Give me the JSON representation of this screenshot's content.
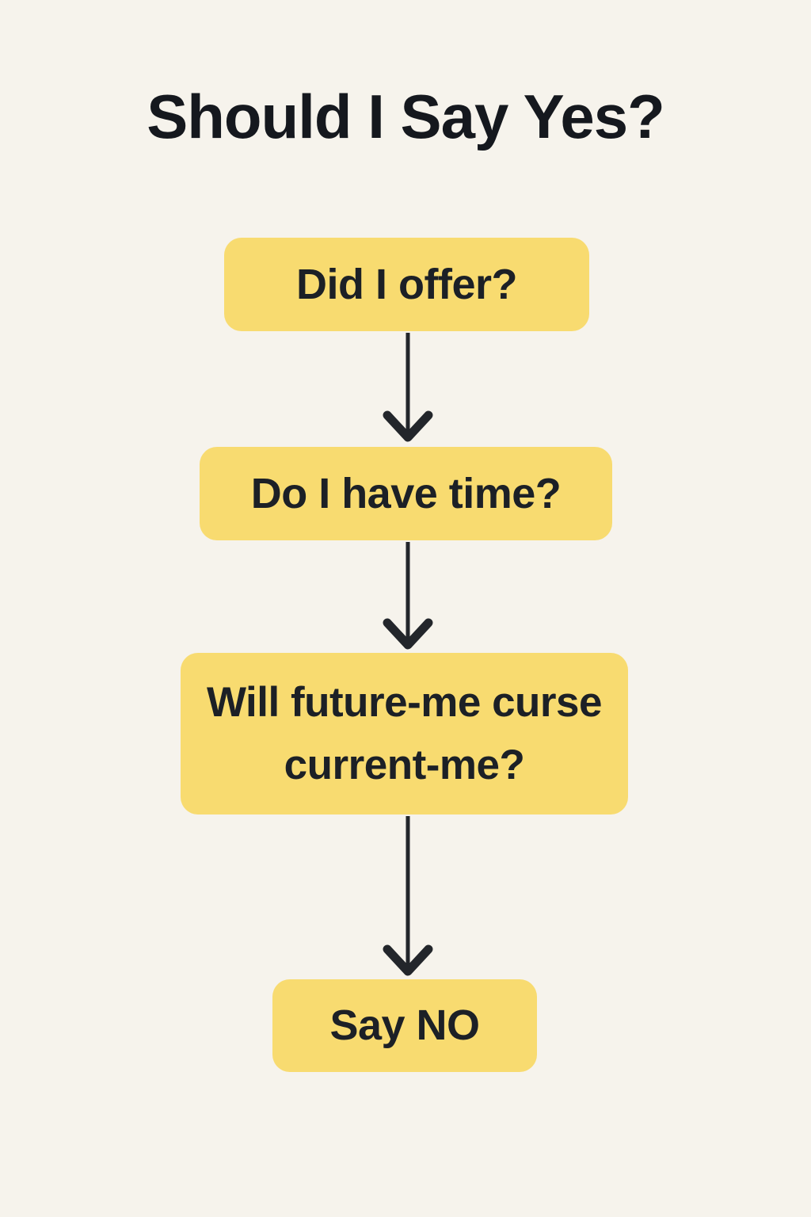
{
  "title": "Should I Say Yes?",
  "chart_type": "flowchart",
  "nodes": [
    {
      "id": "did-i-offer",
      "label": "Did I offer?"
    },
    {
      "id": "have-time",
      "label": "Do I have time?"
    },
    {
      "id": "future-me",
      "label": "Will future-me curse current-me?"
    },
    {
      "id": "say-no",
      "label": "Say NO"
    }
  ],
  "edges": [
    {
      "from": "did-i-offer",
      "to": "have-time",
      "direction": "down"
    },
    {
      "from": "have-time",
      "to": "future-me",
      "direction": "down"
    },
    {
      "from": "future-me",
      "to": "say-no",
      "direction": "down"
    }
  ],
  "colors": {
    "background": "#f6f3ec",
    "node_fill": "#f8db70",
    "text": "#1c2026",
    "arrow": "#23262b"
  }
}
